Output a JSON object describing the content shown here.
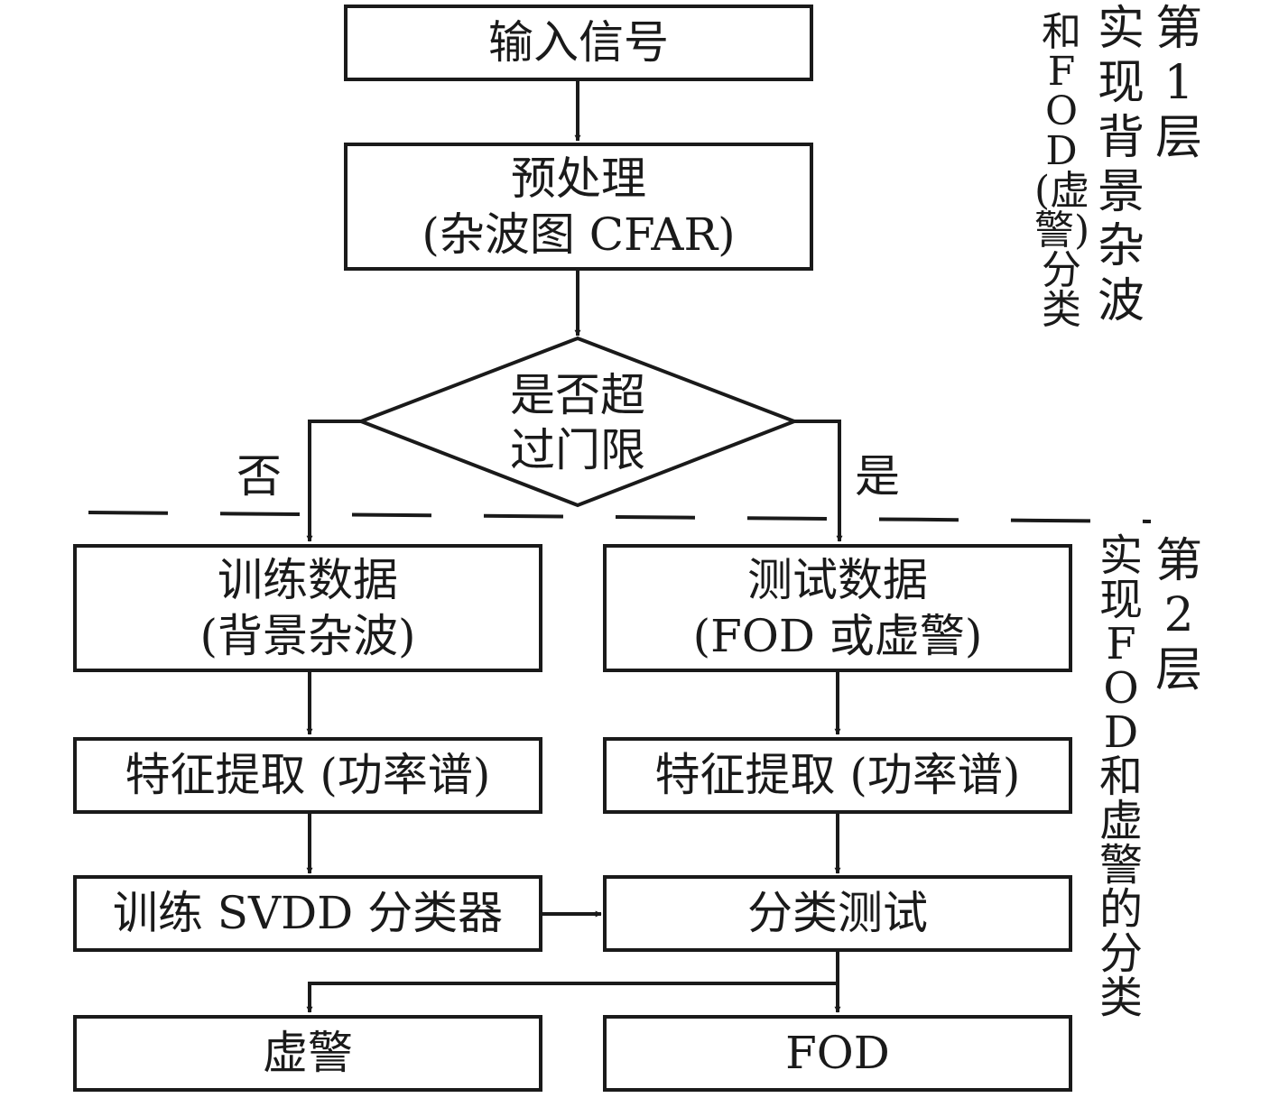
{
  "nodes": {
    "input": "输入信号",
    "preprocess_line1": "预处理",
    "preprocess_line2": "(杂波图 CFAR)",
    "decision_line1": "是否超",
    "decision_line2": "过门限",
    "train_data_line1": "训练数据",
    "train_data_line2": "(背景杂波)",
    "test_data_line1": "测试数据",
    "test_data_line2": "(FOD 或虚警)",
    "feature_left": "特征提取 (功率谱)",
    "feature_right": "特征提取 (功率谱)",
    "train_svdd": "训练 SVDD 分类器",
    "classify_test": "分类测试",
    "false_alarm": "虚警",
    "fod": "FOD"
  },
  "branch_labels": {
    "no": "否",
    "yes": "是"
  },
  "layer_labels": {
    "layer1_col1": "第1层",
    "layer1_col2": "实现背景杂波",
    "layer1_col3": "和FOD(虚警)分类",
    "layer2_col1": "第2层",
    "layer2_col2": "实现FOD和虚警的分类"
  }
}
